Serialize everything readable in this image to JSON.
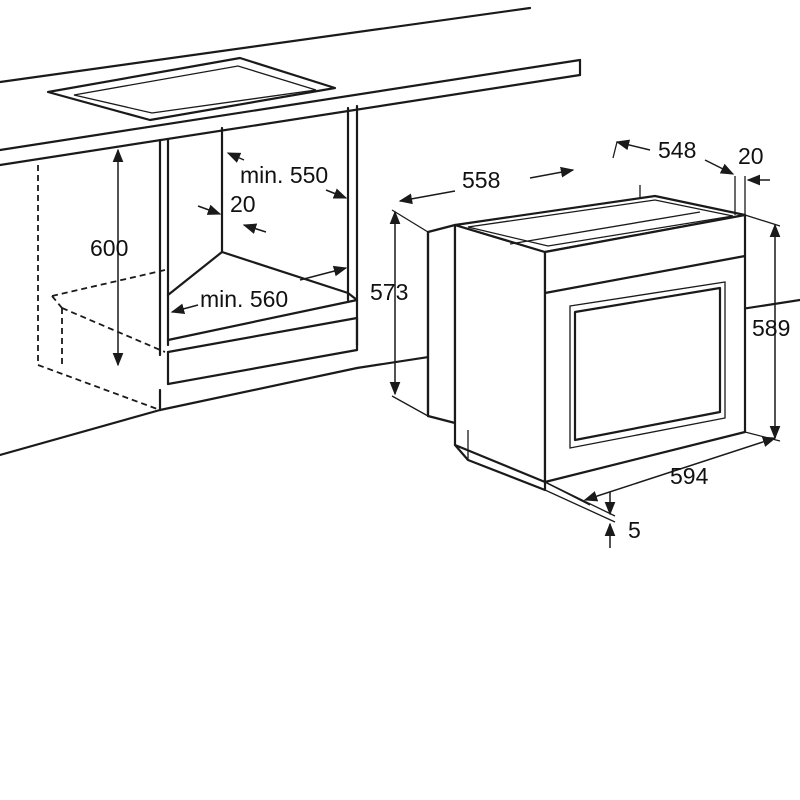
{
  "labels": {
    "cab_height": "600",
    "cab_depth": "min. 550",
    "cab_gap": "20",
    "cab_width": "min. 560",
    "oven_depth_total": "558",
    "oven_depth_body": "548",
    "oven_panel": "20",
    "oven_height_body": "573",
    "oven_height_total": "589",
    "oven_width": "594",
    "oven_foot": "5"
  }
}
